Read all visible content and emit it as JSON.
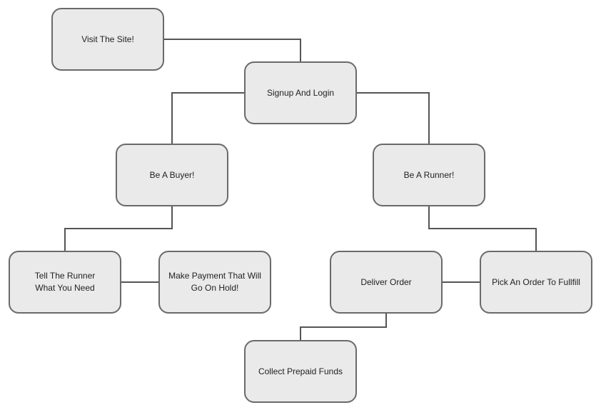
{
  "diagram": {
    "nodes": {
      "visit": "Visit The Site!",
      "signup": "Signup And Login",
      "buyer": "Be A Buyer!",
      "runner": "Be A Runner!",
      "tell": "Tell The Runner\nWhat You Need",
      "payment": "Make Payment That Will\nGo On Hold!",
      "deliver": "Deliver Order",
      "pick": "Pick An Order To Fullfill",
      "collect": "Collect Prepaid Funds"
    },
    "edges": [
      {
        "from": "visit",
        "to": "signup"
      },
      {
        "from": "signup",
        "to": "buyer"
      },
      {
        "from": "signup",
        "to": "runner"
      },
      {
        "from": "buyer",
        "to": "tell"
      },
      {
        "from": "tell",
        "to": "payment"
      },
      {
        "from": "runner",
        "to": "pick"
      },
      {
        "from": "pick",
        "to": "deliver"
      },
      {
        "from": "deliver",
        "to": "collect"
      }
    ],
    "colors": {
      "node_fill": "#eaeaea",
      "node_border": "#6a6a6a",
      "connector": "#555555",
      "text": "#222222"
    }
  }
}
